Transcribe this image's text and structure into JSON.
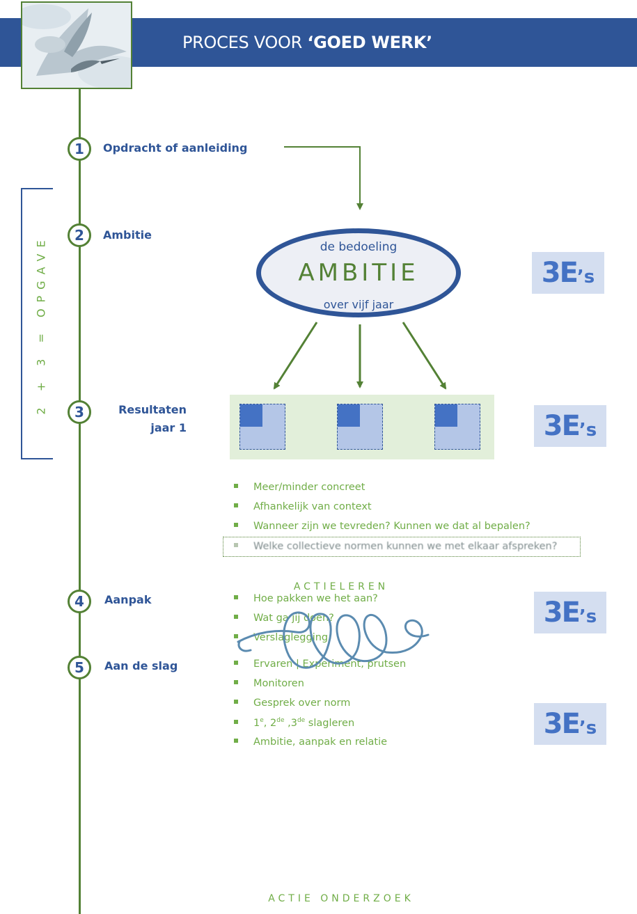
{
  "header": {
    "title_prefix": "PROCES VOOR ",
    "title_bold": "‘GOED WERK’"
  },
  "steps": [
    {
      "num": "1",
      "label": "Opdracht of aanleiding"
    },
    {
      "num": "2",
      "label": "Ambitie"
    },
    {
      "num": "3",
      "label_line1": "Resultaten",
      "label_line2": "jaar 1"
    },
    {
      "num": "4",
      "label": "Aanpak"
    },
    {
      "num": "5",
      "label": "Aan de slag"
    }
  ],
  "opgave_label": "2 + 3 = OPGAVE",
  "ambitie": {
    "top": "de bedoeling",
    "main": "AMBITIE",
    "bottom": "over vijf jaar"
  },
  "badge": {
    "three": "3",
    "e": "E",
    "s": "’s"
  },
  "results_bullets": [
    "Meer/minder concreet",
    "Afhankelijk van context",
    "Wanneer zijn we tevreden? Kunnen we dat al bepalen?",
    "Welke collectieve normen kunnen we met elkaar afspreken?"
  ],
  "aanpak_bullets": [
    "Hoe pakken we het aan?",
    "Wat ga jij doen?",
    "Verslaglegging"
  ],
  "slag_bullets": {
    "b1": "Ervaren  |  Experiment, prutsen",
    "b2": "Monitoren",
    "b3": "Gesprek over norm",
    "b4_1": "1",
    "b4_1sup": "e",
    "b4_2": ", 2",
    "b4_2sup": "de",
    "b4_3": " ,3",
    "b4_3sup": "de",
    "b4_4": " slagleren",
    "b5": "Ambitie, aanpak en relatie"
  },
  "actieleren": "ACTIELEREN",
  "actieonderzoek": "ACTIE ONDERZOEK",
  "colors": {
    "blue": "#2f5597",
    "green": "#538135",
    "lightgreen": "#70ad47",
    "badge_bg": "#d4def0"
  }
}
